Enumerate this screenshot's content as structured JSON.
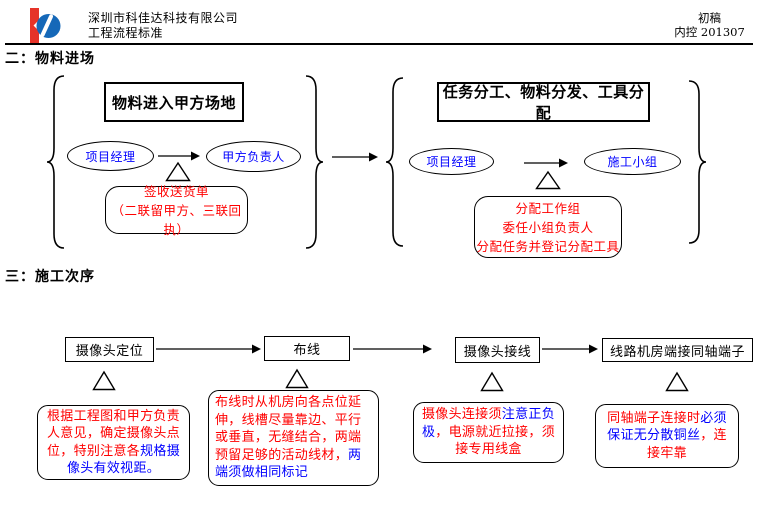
{
  "header": {
    "company_name": "深圳市科佳达科技有限公司",
    "doc_subtitle": "工程流程标准",
    "draft_status": "初稿",
    "doc_number": "内控 201307"
  },
  "colors": {
    "text_red": "#ff0000",
    "text_blue": "#0000ff",
    "logo_red": "#e63329",
    "logo_blue": "#1568b8",
    "line_black": "#000000"
  },
  "section_material": {
    "title": "二：物料进场",
    "stage1": {
      "title": "物料进入甲方场地",
      "actor_from": "项目经理",
      "actor_to": "甲方负责人",
      "note_lines": [
        "签收送货单",
        "（二联留甲方、三联回执）"
      ]
    },
    "stage2": {
      "title": "任务分工、物料分发、工具分配",
      "actor_from": "项目经理",
      "actor_to": "施工小组",
      "note_lines": [
        "分配工作组",
        "委任小组负责人",
        "分配任务并登记分配工具"
      ]
    }
  },
  "section_construction": {
    "title": "三：施工次序",
    "steps": [
      "摄像头定位",
      "布线",
      "摄像头接线",
      "线路机房端接同轴端子"
    ],
    "notes": [
      {
        "red_start": "根据工程图和甲方负责人意见，确定摄像头点位，特别注意各",
        "blue_mid": "规格摄像头有效视距。",
        "red_end": ""
      },
      {
        "red_start": "布线时从机房向各点位延伸，线槽尽量靠边、平行或垂直，无缝结合，两端预留足够的活动线材，",
        "blue_mid": "两端须做相同标记",
        "red_end": ""
      },
      {
        "red_start": "摄像头连接须",
        "blue_mid": "注意正负极",
        "red_end": "，电源就近拉接，须接专用线盒"
      },
      {
        "red_start": "同轴端子连接时",
        "blue_mid": "必须保证无分散铜丝",
        "red_end": "，连接牢靠"
      }
    ]
  }
}
